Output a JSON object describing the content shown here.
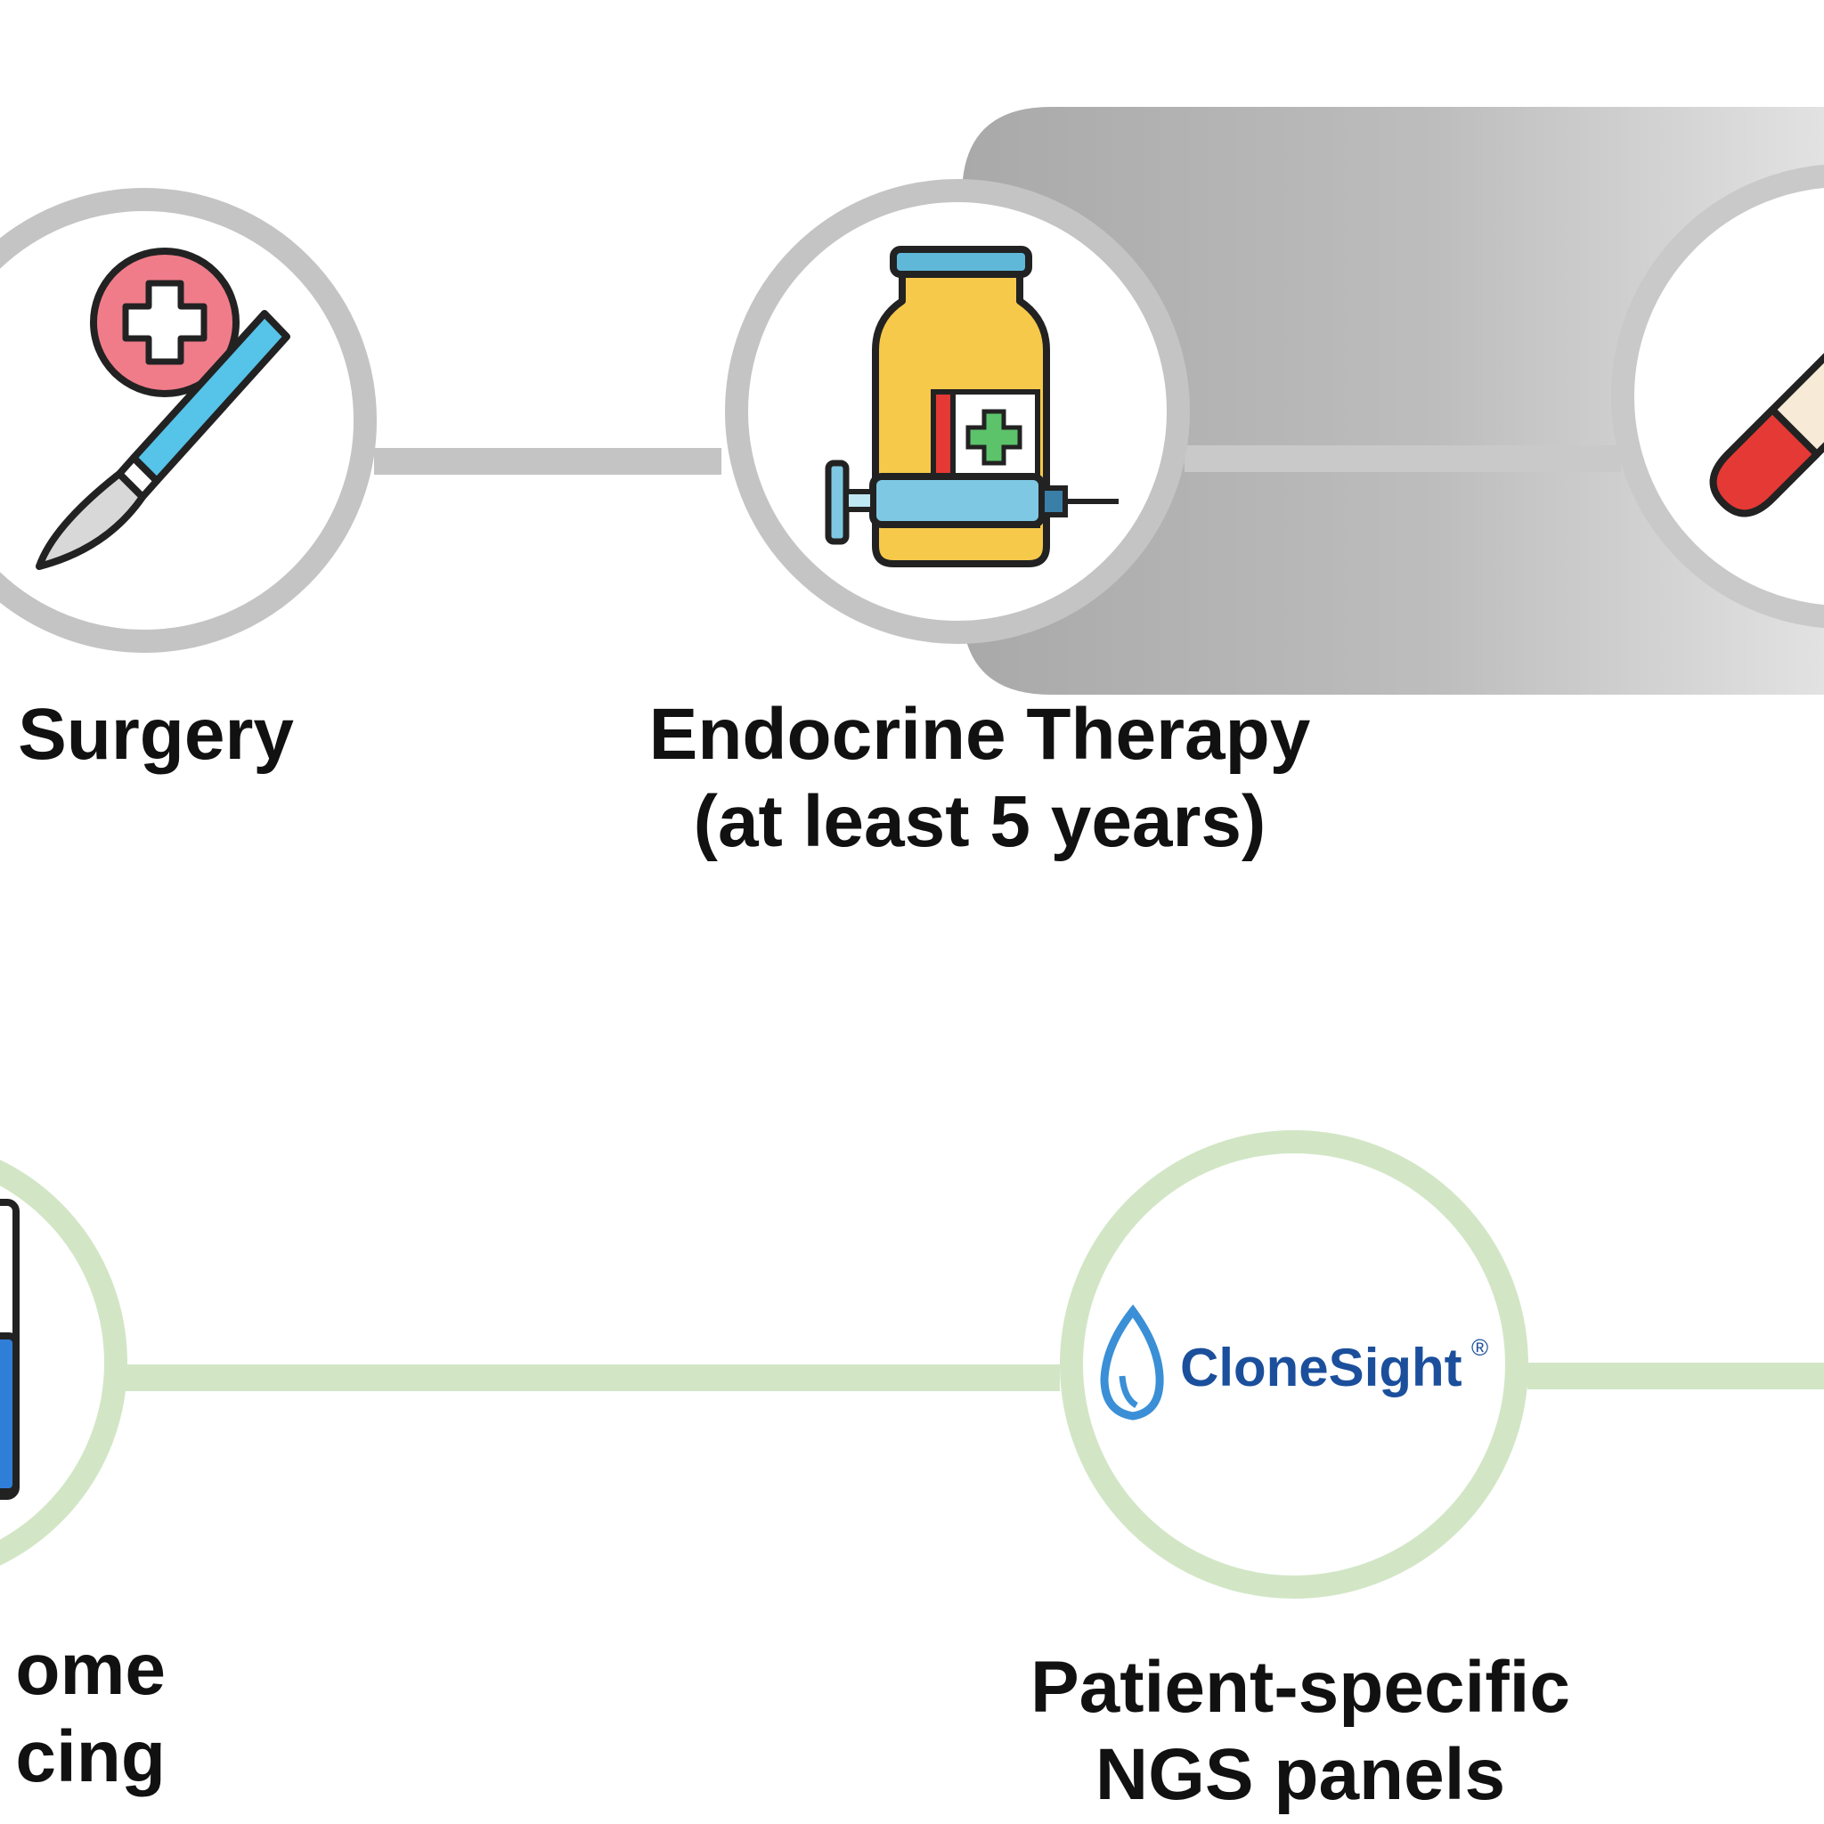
{
  "steps": [
    {
      "name": "Surgery",
      "lines": [
        "Surgery"
      ]
    },
    {
      "name": "Endocrine Therapy",
      "lines": [
        "Endocrine Therapy",
        "(at least 5 years)"
      ]
    }
  ],
  "assays": [
    {
      "lines": [
        "ome",
        "cing"
      ]
    },
    {
      "lines": [
        "Patient-specific",
        "NGS panels"
      ]
    }
  ],
  "logo": {
    "text": "CloneSight",
    "mark": "®"
  },
  "icons": [
    "scalpel-icon",
    "medical-cross-icon",
    "vial-icon",
    "syringe-icon",
    "test-tube-icon",
    "sequencing-cartridge-icon",
    "water-drop-icon"
  ],
  "colors": {
    "grey_ring": "#c4c4c4",
    "green_ring": "#d2e6c6",
    "band_gradient_start": "#a9a9a9",
    "band_gradient_end": "#dcdcdc",
    "logo_blue": "#1b4f9c",
    "logo_drop": "#3a8fd6"
  }
}
